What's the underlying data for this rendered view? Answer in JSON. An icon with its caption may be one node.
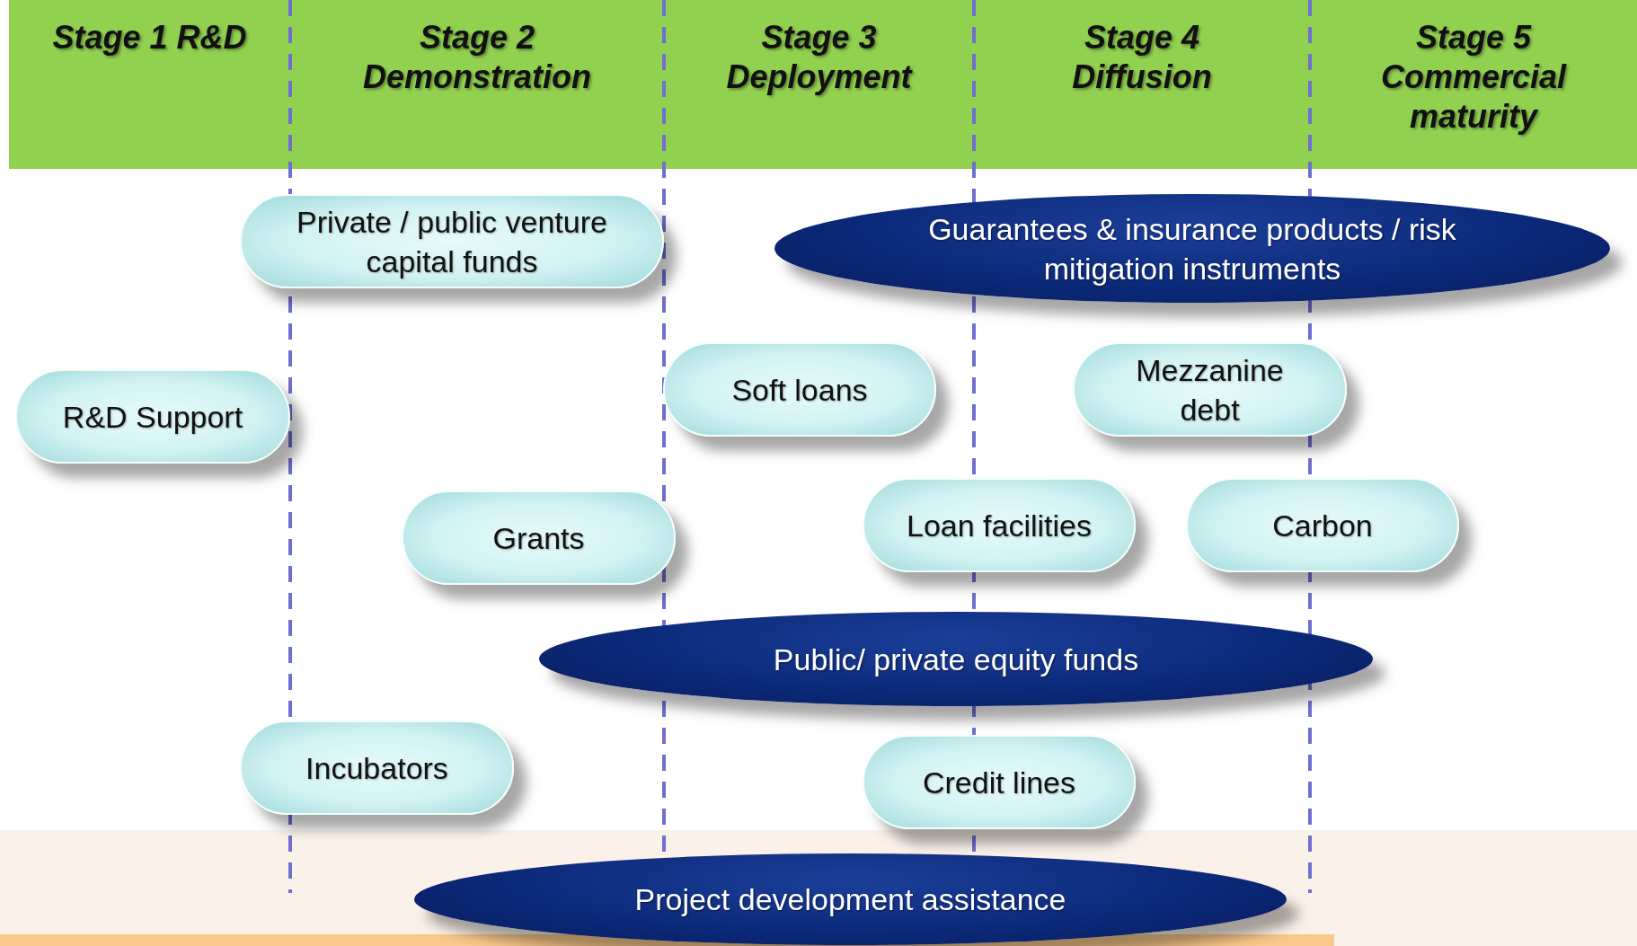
{
  "diagram": {
    "nodes": [
      {
        "text": [
          "Private / public venture capital funds"
        ]
      },
      {
        "text": [
          "Guarantees & insurance products / risk mitigation instruments"
        ]
      },
      {
        "text": [
          "R&D Support"
        ]
      },
      {
        "text": [
          "Soft loans"
        ]
      },
      {
        "text": [
          "Mezzanine debt"
        ]
      },
      {
        "text": [
          "Grants"
        ]
      },
      {
        "text": [
          "Loan facilities"
        ]
      },
      {
        "text": [
          "Carbon"
        ]
      },
      {
        "text": [
          "Public/ private equity funds"
        ]
      },
      {
        "text": [
          "Incubators"
        ]
      },
      {
        "text": [
          "Credit lines"
        ]
      },
      {
        "text": [
          "Project development assistance"
        ]
      }
    ],
    "labels": [
      "Stage 1 R&D",
      "Stage 2 Demonstration",
      "Stage 3 Deployment",
      "Stage 4 Diffusion",
      "Stage 5 Commercial maturity"
    ]
  }
}
